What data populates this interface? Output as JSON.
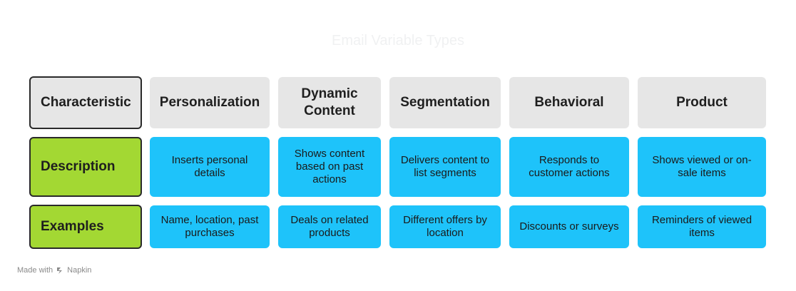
{
  "title": "Email Variable Types",
  "row_headers": [
    "Characteristic",
    "Description",
    "Examples"
  ],
  "columns": [
    "Personalization",
    "Dynamic Content",
    "Segmentation",
    "Behavioral",
    "Product"
  ],
  "descriptions": [
    "Inserts personal details",
    "Shows content based on past actions",
    "Delivers content to list segments",
    "Responds to customer actions",
    "Shows viewed or on-sale items"
  ],
  "examples": [
    "Name, location, past purchases",
    "Deals on related products",
    "Different offers by location",
    "Discounts or surveys",
    "Reminders of viewed items"
  ],
  "footer": {
    "made_with": "Made with",
    "brand": "Napkin"
  },
  "colors": {
    "header_gray": "#e6e6e6",
    "row_green": "#a3d833",
    "cell_blue": "#1ec3fa"
  }
}
